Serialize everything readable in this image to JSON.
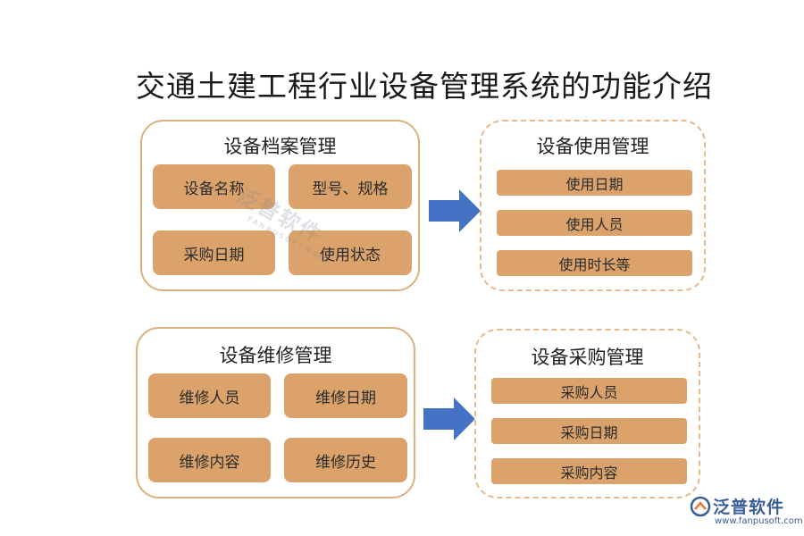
{
  "title": "交通土建工程行业设备管理系统的功能介绍",
  "archive": {
    "title": "设备档案管理",
    "items": [
      "设备名称",
      "型号、规格",
      "采购日期",
      "使用状态"
    ]
  },
  "usage": {
    "title": "设备使用管理",
    "items": [
      "使用日期",
      "使用人员",
      "使用时长等"
    ]
  },
  "maintenance": {
    "title": "设备维修管理",
    "items": [
      "维修人员",
      "维修日期",
      "维修内容",
      "维修历史"
    ]
  },
  "procurement": {
    "title": "设备采购管理",
    "items": [
      "采购人员",
      "采购日期",
      "采购内容"
    ]
  },
  "watermark": {
    "name": "泛普软件",
    "sub": "FANPUSOFTWARE"
  },
  "brand": {
    "name": "泛普软件",
    "url": "www.fanpusoft.com"
  },
  "colors": {
    "tile": "#dba36b",
    "panel_border": "#ddb07f",
    "arrow": "#4472c4",
    "brand": "#3a5e98"
  }
}
